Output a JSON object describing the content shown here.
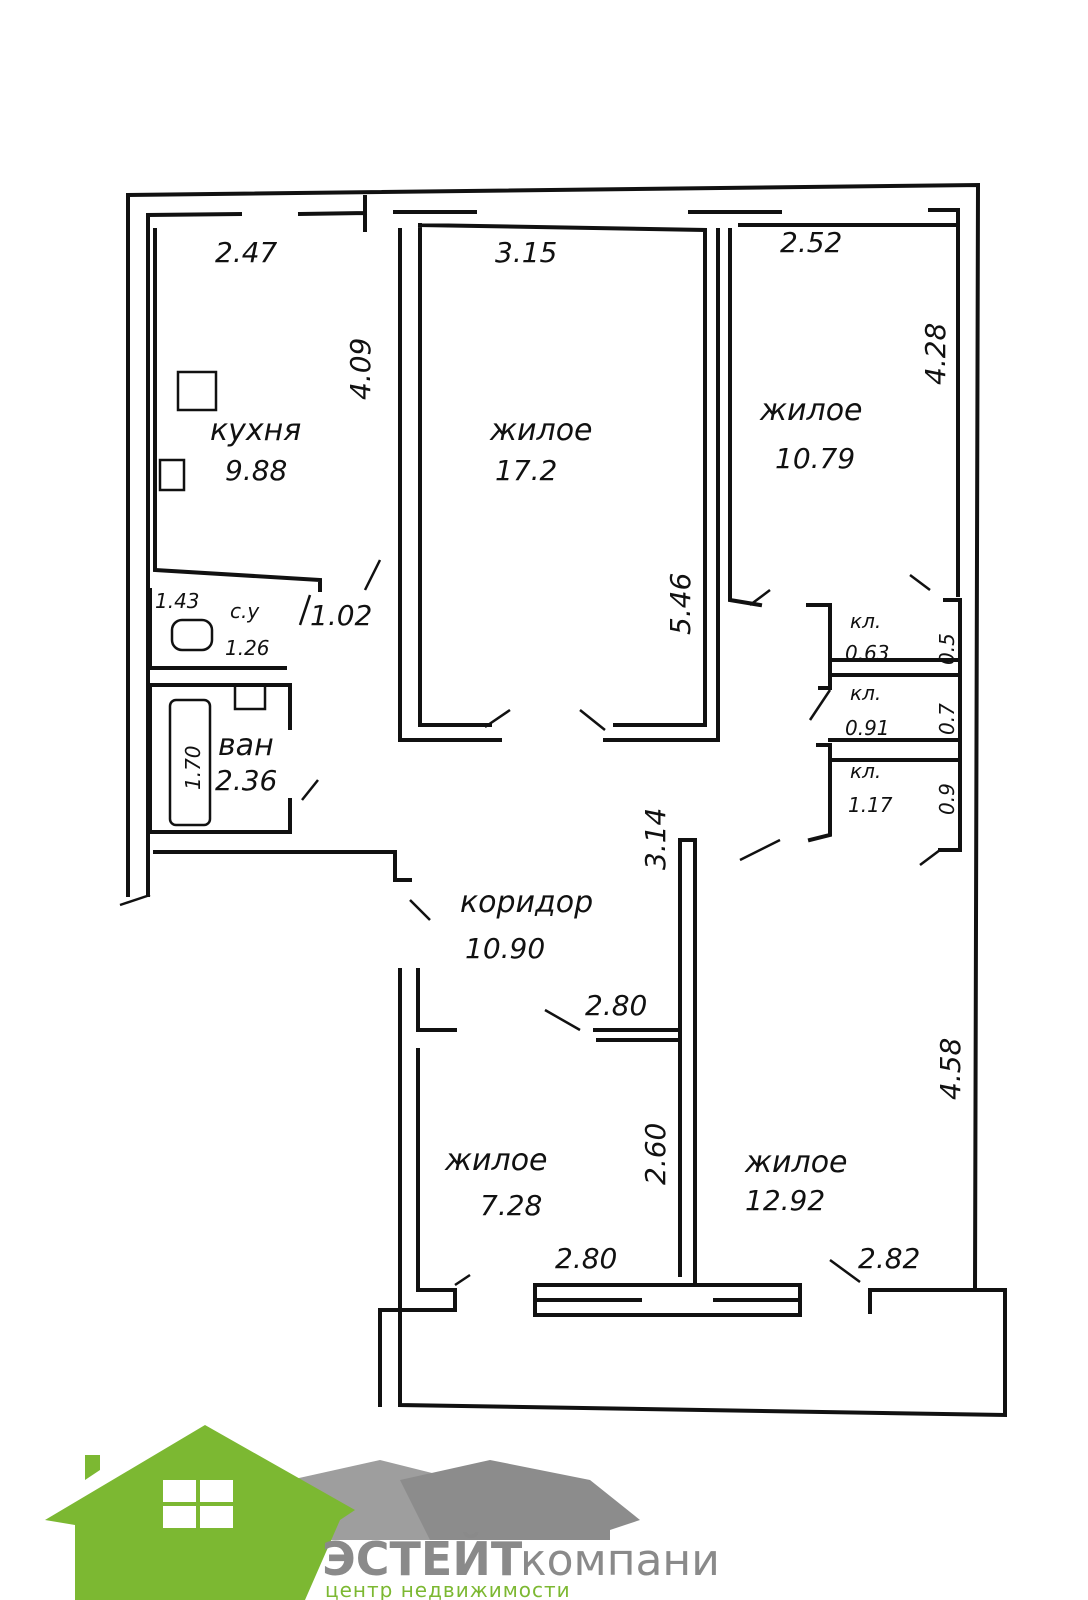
{
  "rooms": {
    "kitchen": {
      "name": "кухня",
      "area": "9.88"
    },
    "living1": {
      "name": "жилое",
      "area": "17.2"
    },
    "living2": {
      "name": "жилое",
      "area": "10.79"
    },
    "wc": {
      "name": "с.у",
      "area": "1.26"
    },
    "bath": {
      "name": "ван",
      "area": "2.36"
    },
    "closet1": {
      "name": "кл.",
      "area": "0.63"
    },
    "closet2": {
      "name": "кл.",
      "area": "0.91"
    },
    "closet3": {
      "name": "кл.",
      "area": "1.17"
    },
    "corridor": {
      "name": "коридор",
      "area": "10.90"
    },
    "living3": {
      "name": "жилое",
      "area": "7.28"
    },
    "living4": {
      "name": "жилое",
      "area": "12.92"
    }
  },
  "dimensions": {
    "kitchen_w": "2.47",
    "kitchen_h": "4.09",
    "living1_w": "3.15",
    "living1_h": "5.46",
    "living2_w": "2.52",
    "living2_h": "4.28",
    "wc_w": "1.43",
    "wc_door": "1.02",
    "bath_h": "1.70",
    "closet1_d": "0.5",
    "closet2_d": "0.7",
    "closet3_d": "0.9",
    "corridor_h": "3.14",
    "corridor_w": "2.80",
    "living3_w": "2.80",
    "living3_h": "2.60",
    "living4_w": "2.82",
    "living4_h": "4.58"
  },
  "logo": {
    "brand_bold": "ЭСТЕЙТ",
    "brand_light": "компани",
    "tagline": "центр недвижимости",
    "green": "#7cb832",
    "gray": "#9a9a9a"
  }
}
